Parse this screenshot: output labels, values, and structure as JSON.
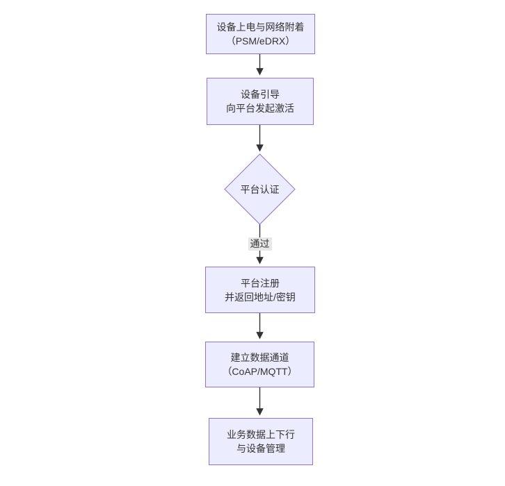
{
  "diagram": {
    "type": "flowchart",
    "direction": "top-down",
    "colors": {
      "background": "#ffffff",
      "node_fill": "#ECECFF",
      "node_border": "#9370DB",
      "text": "#333333",
      "arrow": "#333333",
      "edge_label_bg": "#e8e8e8"
    },
    "nodes": [
      {
        "id": "power-attach",
        "shape": "rect",
        "lines": [
          "设备上电与网络附着",
          "（PSM/eDRX）"
        ]
      },
      {
        "id": "device-bootstrap",
        "shape": "rect",
        "lines": [
          "设备引导",
          "向平台发起激活"
        ]
      },
      {
        "id": "platform-auth",
        "shape": "diamond",
        "lines": [
          "平台认证"
        ]
      },
      {
        "id": "platform-register",
        "shape": "rect",
        "lines": [
          "平台注册",
          "并返回地址/密钥"
        ]
      },
      {
        "id": "data-channel",
        "shape": "rect",
        "lines": [
          "建立数据通道",
          "（CoAP/MQTT）"
        ]
      },
      {
        "id": "business-data",
        "shape": "rect",
        "lines": [
          "业务数据上下行",
          "与设备管理"
        ]
      }
    ],
    "edges": [
      {
        "from": "power-attach",
        "to": "device-bootstrap",
        "label": ""
      },
      {
        "from": "device-bootstrap",
        "to": "platform-auth",
        "label": ""
      },
      {
        "from": "platform-auth",
        "to": "platform-register",
        "label": "通过"
      },
      {
        "from": "platform-register",
        "to": "data-channel",
        "label": ""
      },
      {
        "from": "data-channel",
        "to": "business-data",
        "label": ""
      }
    ]
  }
}
